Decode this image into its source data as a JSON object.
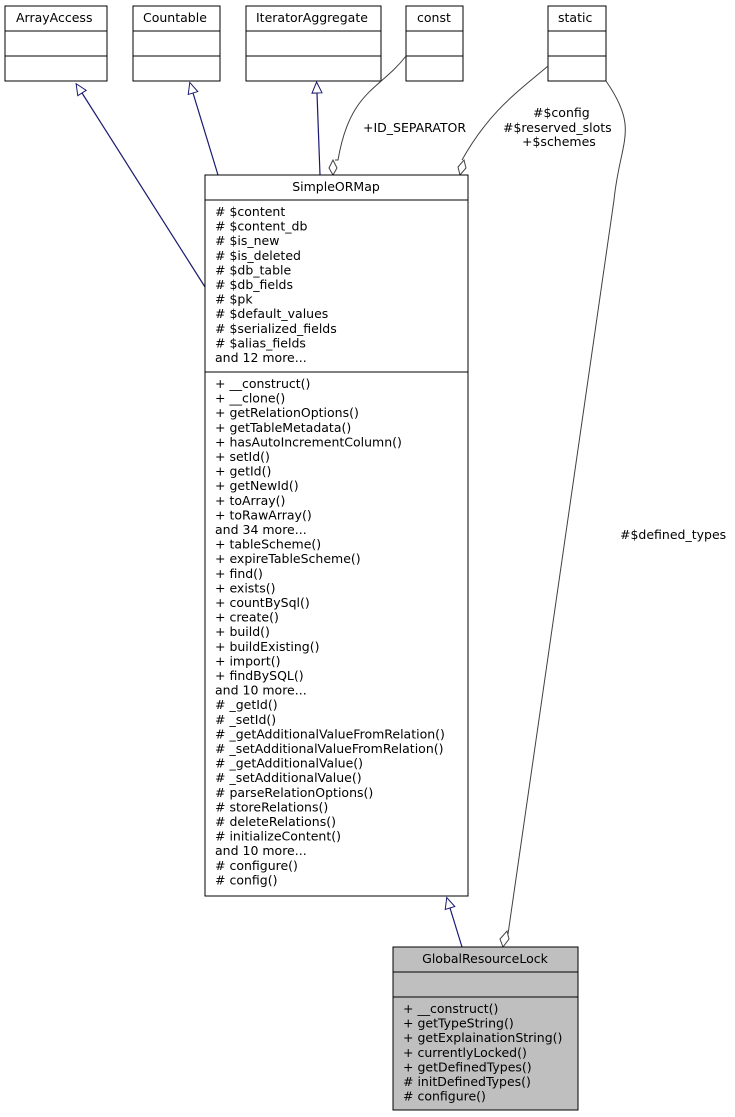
{
  "classes": {
    "array_access": {
      "name": "ArrayAccess"
    },
    "countable": {
      "name": "Countable"
    },
    "iterator_aggregate": {
      "name": "IteratorAggregate"
    },
    "const": {
      "name": "const"
    },
    "static": {
      "name": "static"
    },
    "simple_orm_map": {
      "name": "SimpleORMap",
      "attributes": [
        "# $content",
        "# $content_db",
        "# $is_new",
        "# $is_deleted",
        "# $db_table",
        "# $db_fields",
        "# $pk",
        "# $default_values",
        "# $serialized_fields",
        "# $alias_fields",
        "and 12 more..."
      ],
      "methods": [
        "+ __construct()",
        "+ __clone()",
        "+ getRelationOptions()",
        "+ getTableMetadata()",
        "+ hasAutoIncrementColumn()",
        "+ setId()",
        "+ getId()",
        "+ getNewId()",
        "+ toArray()",
        "+ toRawArray()",
        "and 34 more...",
        "+ tableScheme()",
        "+ expireTableScheme()",
        "+ find()",
        "+ exists()",
        "+ countBySql()",
        "+ create()",
        "+ build()",
        "+ buildExisting()",
        "+ import()",
        "+ findBySQL()",
        "and 10 more...",
        "# _getId()",
        "# _setId()",
        "# _getAdditionalValueFromRelation()",
        "# _setAdditionalValueFromRelation()",
        "# _getAdditionalValue()",
        "# _setAdditionalValue()",
        "# parseRelationOptions()",
        "# storeRelations()",
        "# deleteRelations()",
        "# initializeContent()",
        "and 10 more...",
        "# configure()",
        "# config()"
      ]
    },
    "global_resource_lock": {
      "name": "GlobalResourceLock",
      "methods": [
        "+ __construct()",
        "+ getTypeString()",
        "+ getExplainationString()",
        "+ currentlyLocked()",
        "+ getDefinedTypes()",
        "# initDefinedTypes()",
        "# configure()"
      ]
    }
  },
  "edge_labels": {
    "id_separator": "+ID_SEPARATOR",
    "config": "#$config",
    "reserved_slots": "#$reserved_slots",
    "schemes": "+$schemes",
    "defined_types": "#$defined_types"
  },
  "colors": {
    "inheritance_edge": "#191970",
    "association_edge": "#404040",
    "highlight_fill": "#bfbfbf",
    "box_border": "#000000"
  }
}
